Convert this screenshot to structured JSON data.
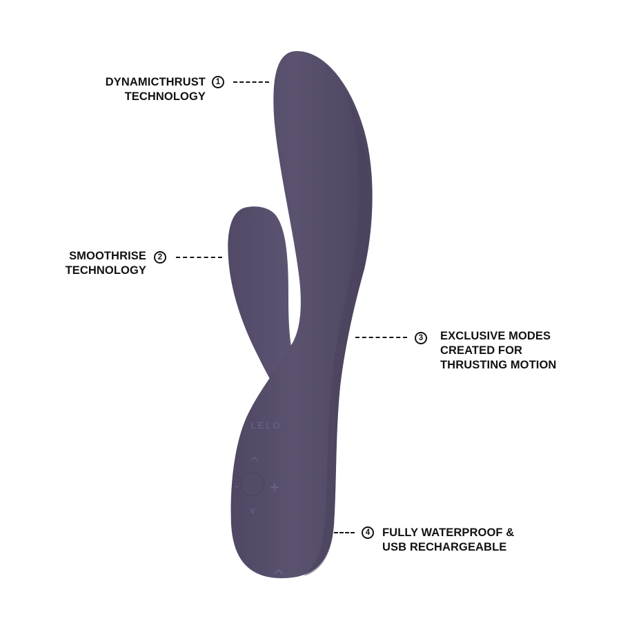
{
  "colors": {
    "body": "#5b5270",
    "body_shade": "#4f4763",
    "body_highlight": "#6a6181",
    "text": "#111111",
    "background": "#ffffff"
  },
  "brand_mark": "LELO",
  "buttons": {
    "up": "^",
    "down": "v",
    "plus": "+",
    "minus": "–"
  },
  "callouts": [
    {
      "number": "1",
      "lines": [
        "DYNAMICTHRUST",
        "TECHNOLOGY"
      ]
    },
    {
      "number": "2",
      "lines": [
        "SMOOTHRISE",
        "TECHNOLOGY"
      ]
    },
    {
      "number": "3",
      "lines": [
        "EXCLUSIVE MODES",
        "CREATED FOR",
        "THRUSTING MOTION"
      ]
    },
    {
      "number": "4",
      "lines": [
        "FULLY WATERPROOF &",
        "USB RECHARGEABLE"
      ]
    }
  ]
}
